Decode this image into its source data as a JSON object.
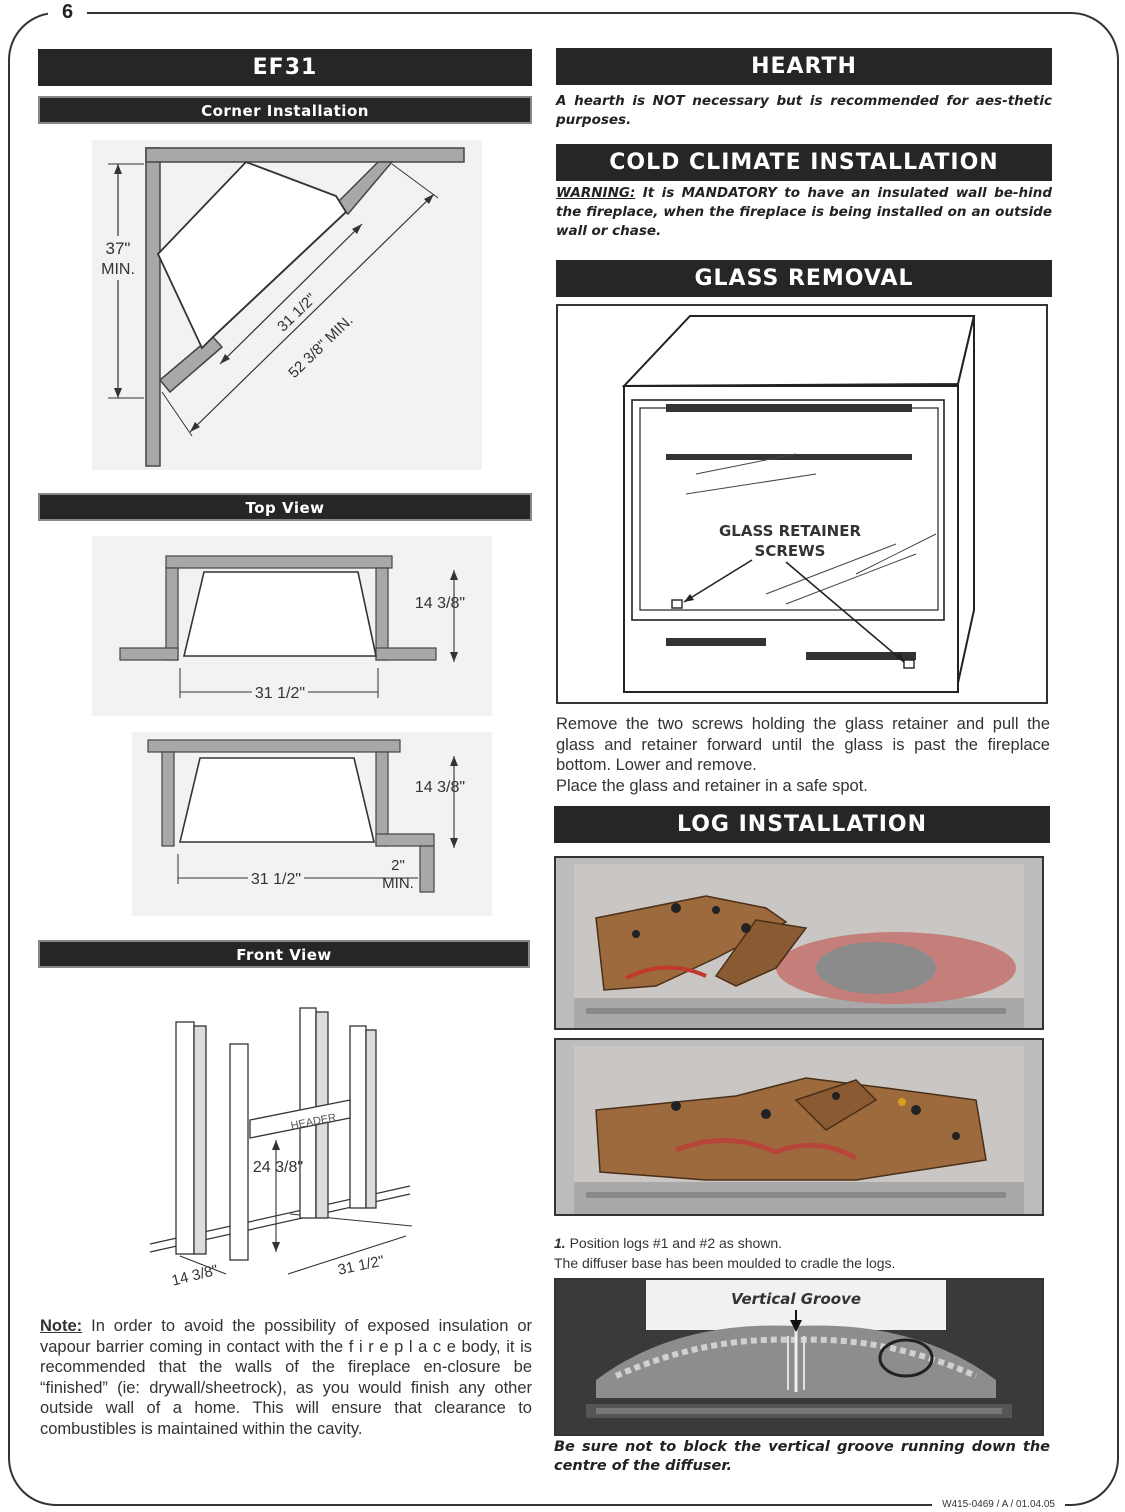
{
  "page": {
    "number": "6",
    "doc_code": "W415-0469 / A / 01.04.05"
  },
  "left": {
    "title": "EF31",
    "corner_installation": {
      "heading": "Corner Installation",
      "dim_height": "37\"",
      "dim_height_sub": "MIN.",
      "dim_inner": "31 1/2\"",
      "dim_outer": "52 3/8\" MIN."
    },
    "top_view": {
      "heading": "Top View",
      "depth": "14 3/8\"",
      "width": "31 1/2\"",
      "clearance": "2\"",
      "clearance_sub": "MIN."
    },
    "front_view": {
      "heading": "Front View",
      "header_label": "HEADER",
      "height": "24 3/8\"",
      "depth": "14 3/8\"",
      "width": "31 1/2\""
    },
    "note": {
      "label": "Note:",
      "text": " In order to avoid the possibility of exposed insulation or vapour barrier coming in contact with the  f i r e p l a c e body, it is recommended that the walls of the fireplace en-closure be “finished” (ie: drywall/sheetrock), as you would finish any other outside wall of a home. This will ensure that clearance to combustibles is maintained within the cavity."
    }
  },
  "right": {
    "hearth": {
      "title": "HEARTH",
      "text": "A hearth is NOT necessary but is recommended for aes-thetic purposes."
    },
    "cold_climate": {
      "title": "COLD CLIMATE INSTALLATION",
      "warning_label": "WARNING:",
      "warning_text": " It is MANDATORY to have an insulated wall be-hind the fireplace, when the fireplace is being installed on an outside wall or chase."
    },
    "glass_removal": {
      "title": "GLASS REMOVAL",
      "callout_line1": "GLASS RETAINER",
      "callout_line2": "SCREWS",
      "text1": "Remove the two screws holding the glass retainer and pull the glass and retainer forward until the glass is past the fireplace bottom. Lower and remove.",
      "text2": "Place the glass and retainer in a safe spot."
    },
    "log_installation": {
      "title": "LOG INSTALLATION",
      "step_num": "1.",
      "step_text": " Position logs #1 and #2 as shown.",
      "step_text2": "The diffuser base has been moulded to cradle the logs.",
      "groove_label": "Vertical Groove",
      "warning": "Be sure not to block the vertical groove running down the centre of the diffuser."
    }
  },
  "colors": {
    "bar": "#262626",
    "wood": "#a9a9a9",
    "log": "#8a5a32",
    "ember": "#b8453a"
  }
}
